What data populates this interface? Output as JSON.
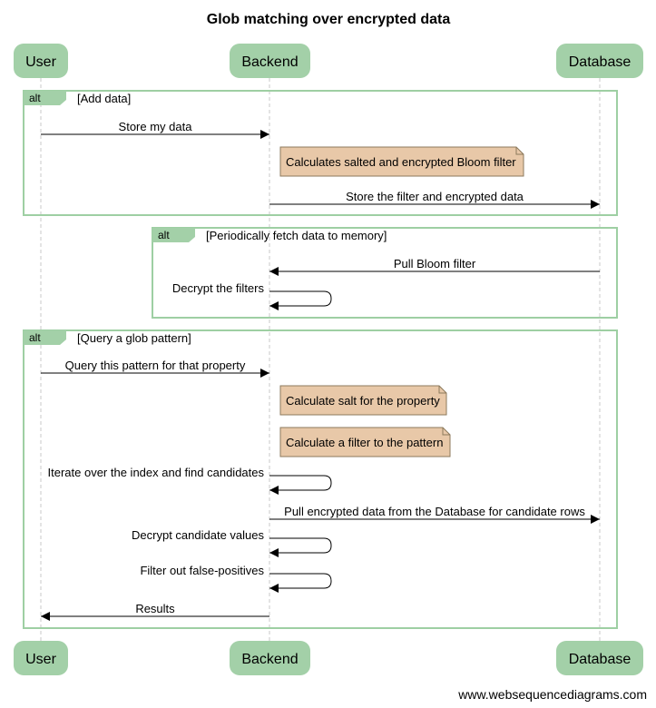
{
  "title": "Glob matching over encrypted data",
  "colors": {
    "actor_fill": "#a3d0a8",
    "frame_stroke": "#9ecfa3",
    "tag_fill": "#a3d0a8",
    "note_fill": "#e8c8a8",
    "note_stroke": "#8c7a5c",
    "line": "#000000",
    "lifeline": "#c8c8c8"
  },
  "participants": [
    {
      "id": "user",
      "label": "User"
    },
    {
      "id": "backend",
      "label": "Backend"
    },
    {
      "id": "database",
      "label": "Database"
    }
  ],
  "frames": [
    {
      "tag": "alt",
      "condition": "[Add data]",
      "items": [
        {
          "type": "message",
          "from": "user",
          "to": "backend",
          "label": "Store my data"
        },
        {
          "type": "note",
          "over": "backend",
          "label": "Calculates salted and encrypted Bloom filter"
        },
        {
          "type": "message",
          "from": "backend",
          "to": "database",
          "label": "Store the filter and encrypted data"
        }
      ]
    },
    {
      "tag": "alt",
      "condition": "[Periodically fetch data to memory]",
      "items": [
        {
          "type": "message",
          "from": "database",
          "to": "backend",
          "label": "Pull Bloom filter"
        },
        {
          "type": "self",
          "on": "backend",
          "label": "Decrypt the filters"
        }
      ]
    },
    {
      "tag": "alt",
      "condition": "[Query a glob pattern]",
      "items": [
        {
          "type": "message",
          "from": "user",
          "to": "backend",
          "label": "Query this pattern for that property"
        },
        {
          "type": "note",
          "over": "backend",
          "label": "Calculate salt for the property"
        },
        {
          "type": "note",
          "over": "backend",
          "label": "Calculate a filter to the pattern"
        },
        {
          "type": "self",
          "on": "backend",
          "label": "Iterate over the index and find candidates"
        },
        {
          "type": "message",
          "from": "backend",
          "to": "database",
          "label": "Pull encrypted data from the Database for candidate rows"
        },
        {
          "type": "self",
          "on": "backend",
          "label": "Decrypt candidate values"
        },
        {
          "type": "self",
          "on": "backend",
          "label": "Filter out false-positives"
        },
        {
          "type": "message",
          "from": "backend",
          "to": "user",
          "label": "Results"
        }
      ]
    }
  ],
  "footer": "www.websequencediagrams.com"
}
